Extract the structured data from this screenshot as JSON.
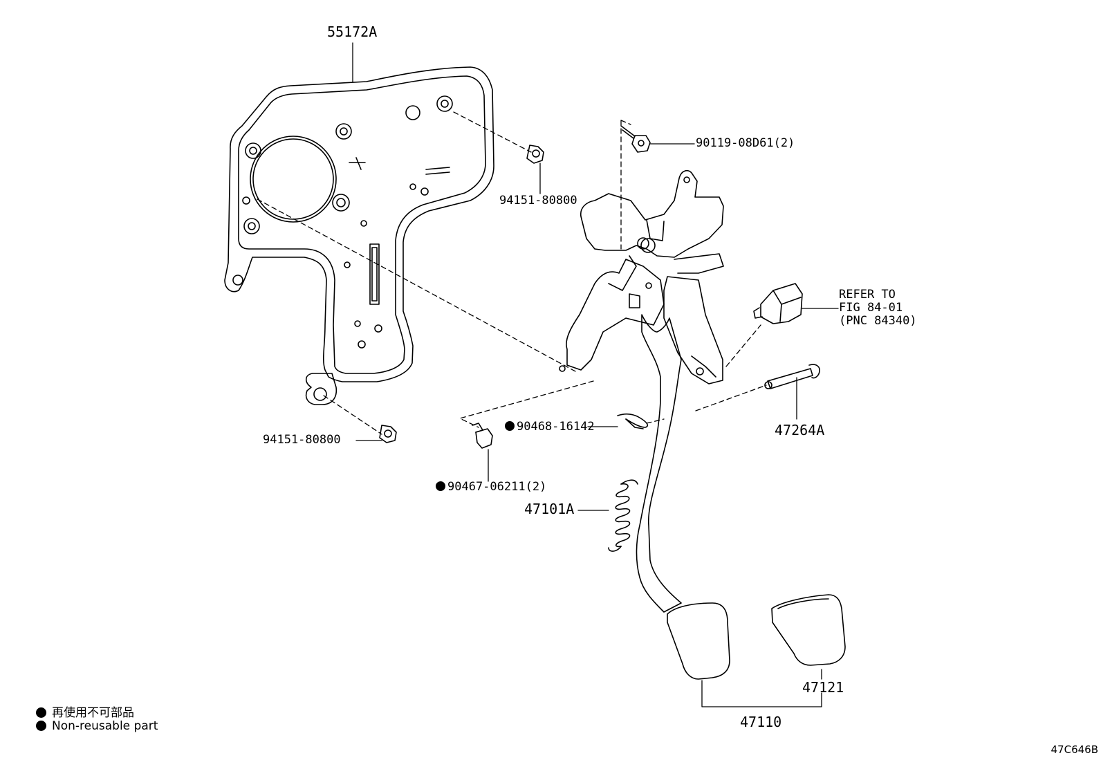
{
  "callouts": {
    "bracket": "55172A",
    "bolt": "90119-08D61(2)",
    "nut_upper": "94151-80800",
    "nut_lower": "94151-80800",
    "refer_line1": "REFER TO",
    "refer_line2": "FIG 84-01",
    "refer_line3": "(PNC 84340)",
    "clip": "90468-16142",
    "pin": "47264A",
    "bushing": "90467-06211(2)",
    "spring": "47101A",
    "pedal_pad": "47121",
    "pedal_assy": "47110"
  },
  "legend": {
    "line1": "再使用不可部品",
    "line2": "Non-reusable part"
  },
  "drawing_code": "47C646B"
}
